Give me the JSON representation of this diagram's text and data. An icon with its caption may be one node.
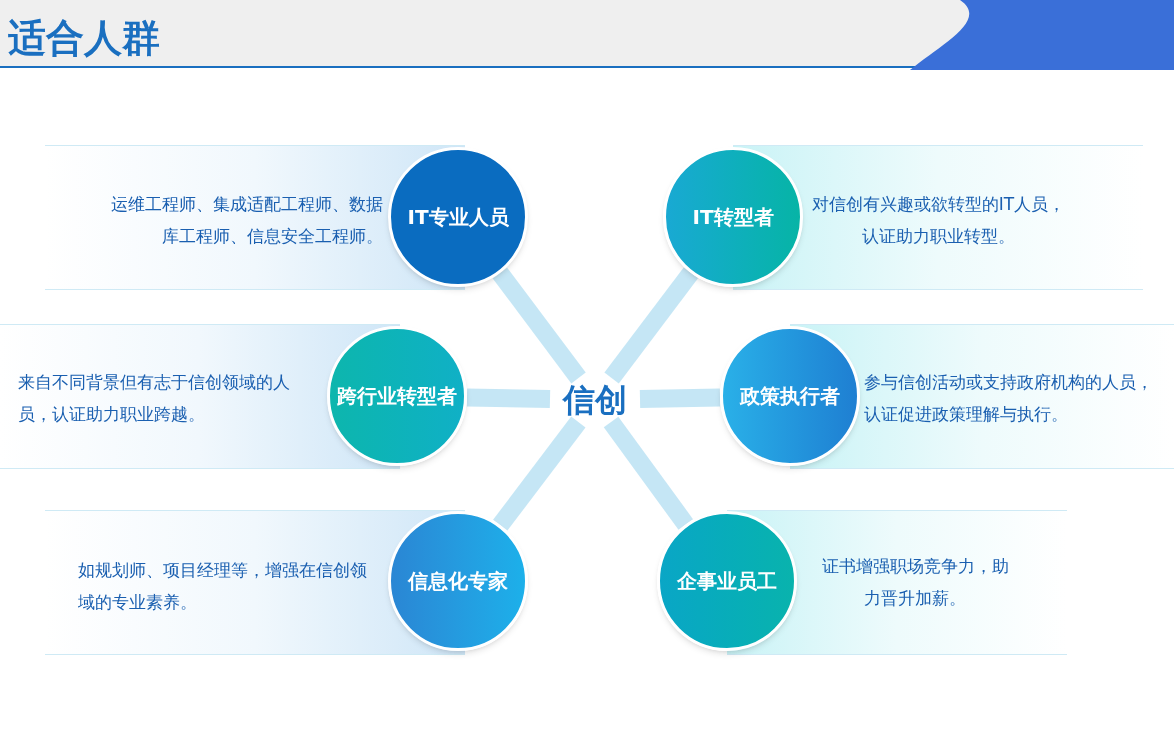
{
  "diagram": {
    "title": "适合人群",
    "nodes": [
      {
        "text": [
          "信创"
        ]
      },
      {
        "text": [
          "IT专业人员"
        ],
        "beside": [
          "运维工程师、集成适配工程师、数据库工程师、信息安全工程师。"
        ]
      },
      {
        "text": [
          "IT转型者"
        ],
        "beside": [
          "对信创有兴趣或欲转型的IT人员，认证助力职业转型。"
        ]
      },
      {
        "text": [
          "跨行业转型者"
        ],
        "beside": [
          "来自不同背景但有志于信创领域的人员，认证助力职业跨越。"
        ]
      },
      {
        "text": [
          "政策执行者"
        ],
        "beside": [
          "参与信创活动或支持政府机构的人员，认证促进政策理解与执行。"
        ]
      },
      {
        "text": [
          "信息化专家"
        ],
        "beside": [
          "如规划师、项目经理等，增强在信创领域的专业素养。"
        ]
      },
      {
        "text": [
          "企事业员工"
        ],
        "beside": [
          "证书增强职场竞争力，助力晋升加薪。"
        ]
      }
    ],
    "edges": [
      {
        "from": 0,
        "to": 1,
        "arrow": "none"
      },
      {
        "from": 0,
        "to": 2,
        "arrow": "none"
      },
      {
        "from": 0,
        "to": 3,
        "arrow": "none"
      },
      {
        "from": 0,
        "to": 4,
        "arrow": "none"
      },
      {
        "from": 0,
        "to": 5,
        "arrow": "none"
      },
      {
        "from": 0,
        "to": 6,
        "arrow": "none"
      }
    ]
  }
}
